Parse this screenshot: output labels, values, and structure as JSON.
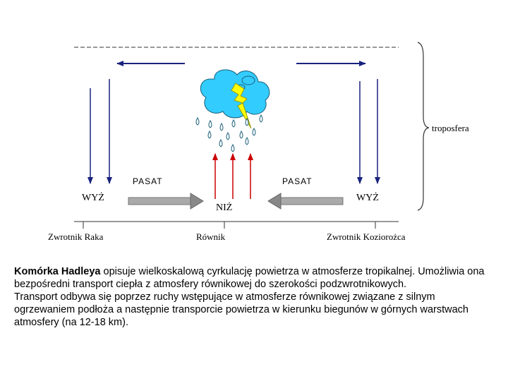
{
  "labels": {
    "troposphere": "troposfera",
    "trade_left": "PASAT",
    "trade_right": "PASAT",
    "high_left": "WYŻ",
    "high_right": "WYŻ",
    "low_center": "NIŻ",
    "tropic_cancer": "Zwrotnik Raka",
    "equator": "Równik",
    "tropic_capricorn": "Zwrotnik Koziorożca"
  },
  "caption": {
    "term": "Komórka Hadleya",
    "sentence1_rest": " opisuje wielkoskalową cyrkulację powietrza w atmosferze tropikalnej. Umożliwia ona bezpośredni transport ciepła z atmosfery równikowej do szerokości podzwrotnikowych.",
    "sentence2": "Transport odbywa się poprzez ruchy wstępujące w atmosferze równikowej związane z silnym ogrzewaniem podłoża a następnie transporcie powietrza w kierunku biegunów w górnych warstwach atmosfery (na 12-18 km)."
  },
  "colors": {
    "navy_arrow": "#1a237e",
    "red_arrow": "#cc0000",
    "cloud": "#33ccff",
    "lightning": "#ffff00"
  }
}
